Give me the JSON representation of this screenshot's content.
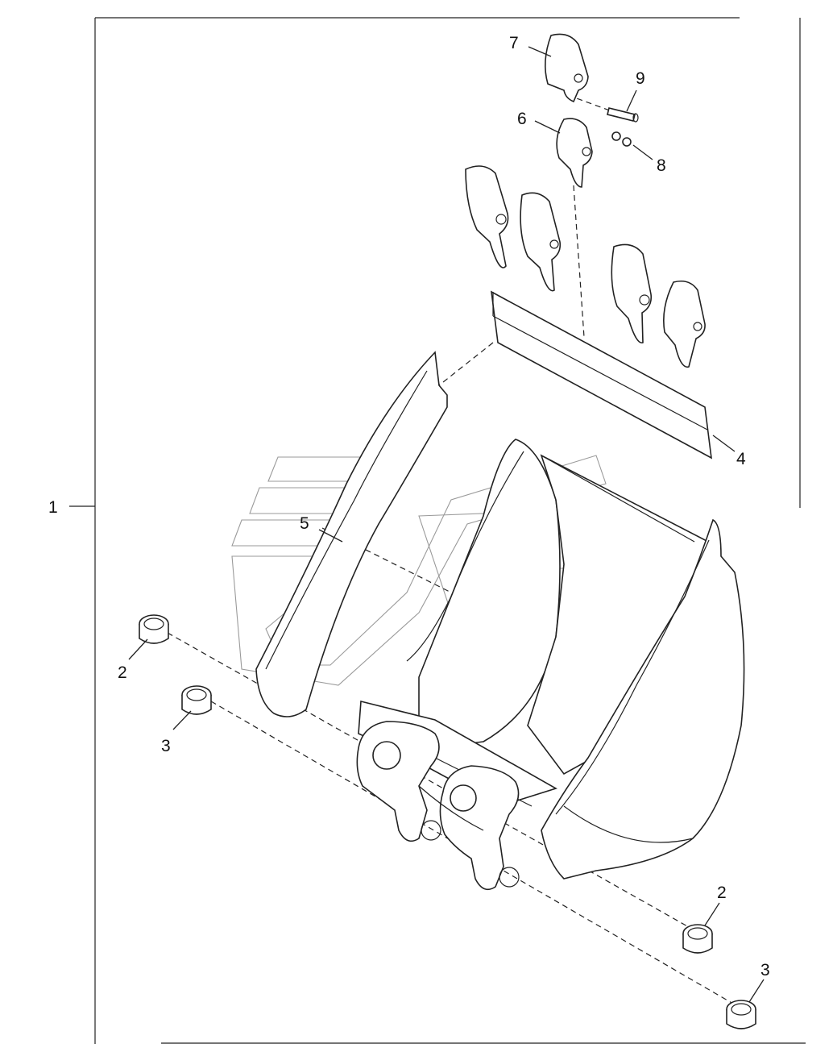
{
  "diagram": {
    "callouts": [
      {
        "id": "c1",
        "label": "1"
      },
      {
        "id": "c2a",
        "label": "2"
      },
      {
        "id": "c3a",
        "label": "3"
      },
      {
        "id": "c2b",
        "label": "2"
      },
      {
        "id": "c3b",
        "label": "3"
      },
      {
        "id": "c4",
        "label": "4"
      },
      {
        "id": "c5",
        "label": "5"
      },
      {
        "id": "c6",
        "label": "6"
      },
      {
        "id": "c7",
        "label": "7"
      },
      {
        "id": "c8",
        "label": "8"
      },
      {
        "id": "c9",
        "label": "9"
      }
    ]
  }
}
